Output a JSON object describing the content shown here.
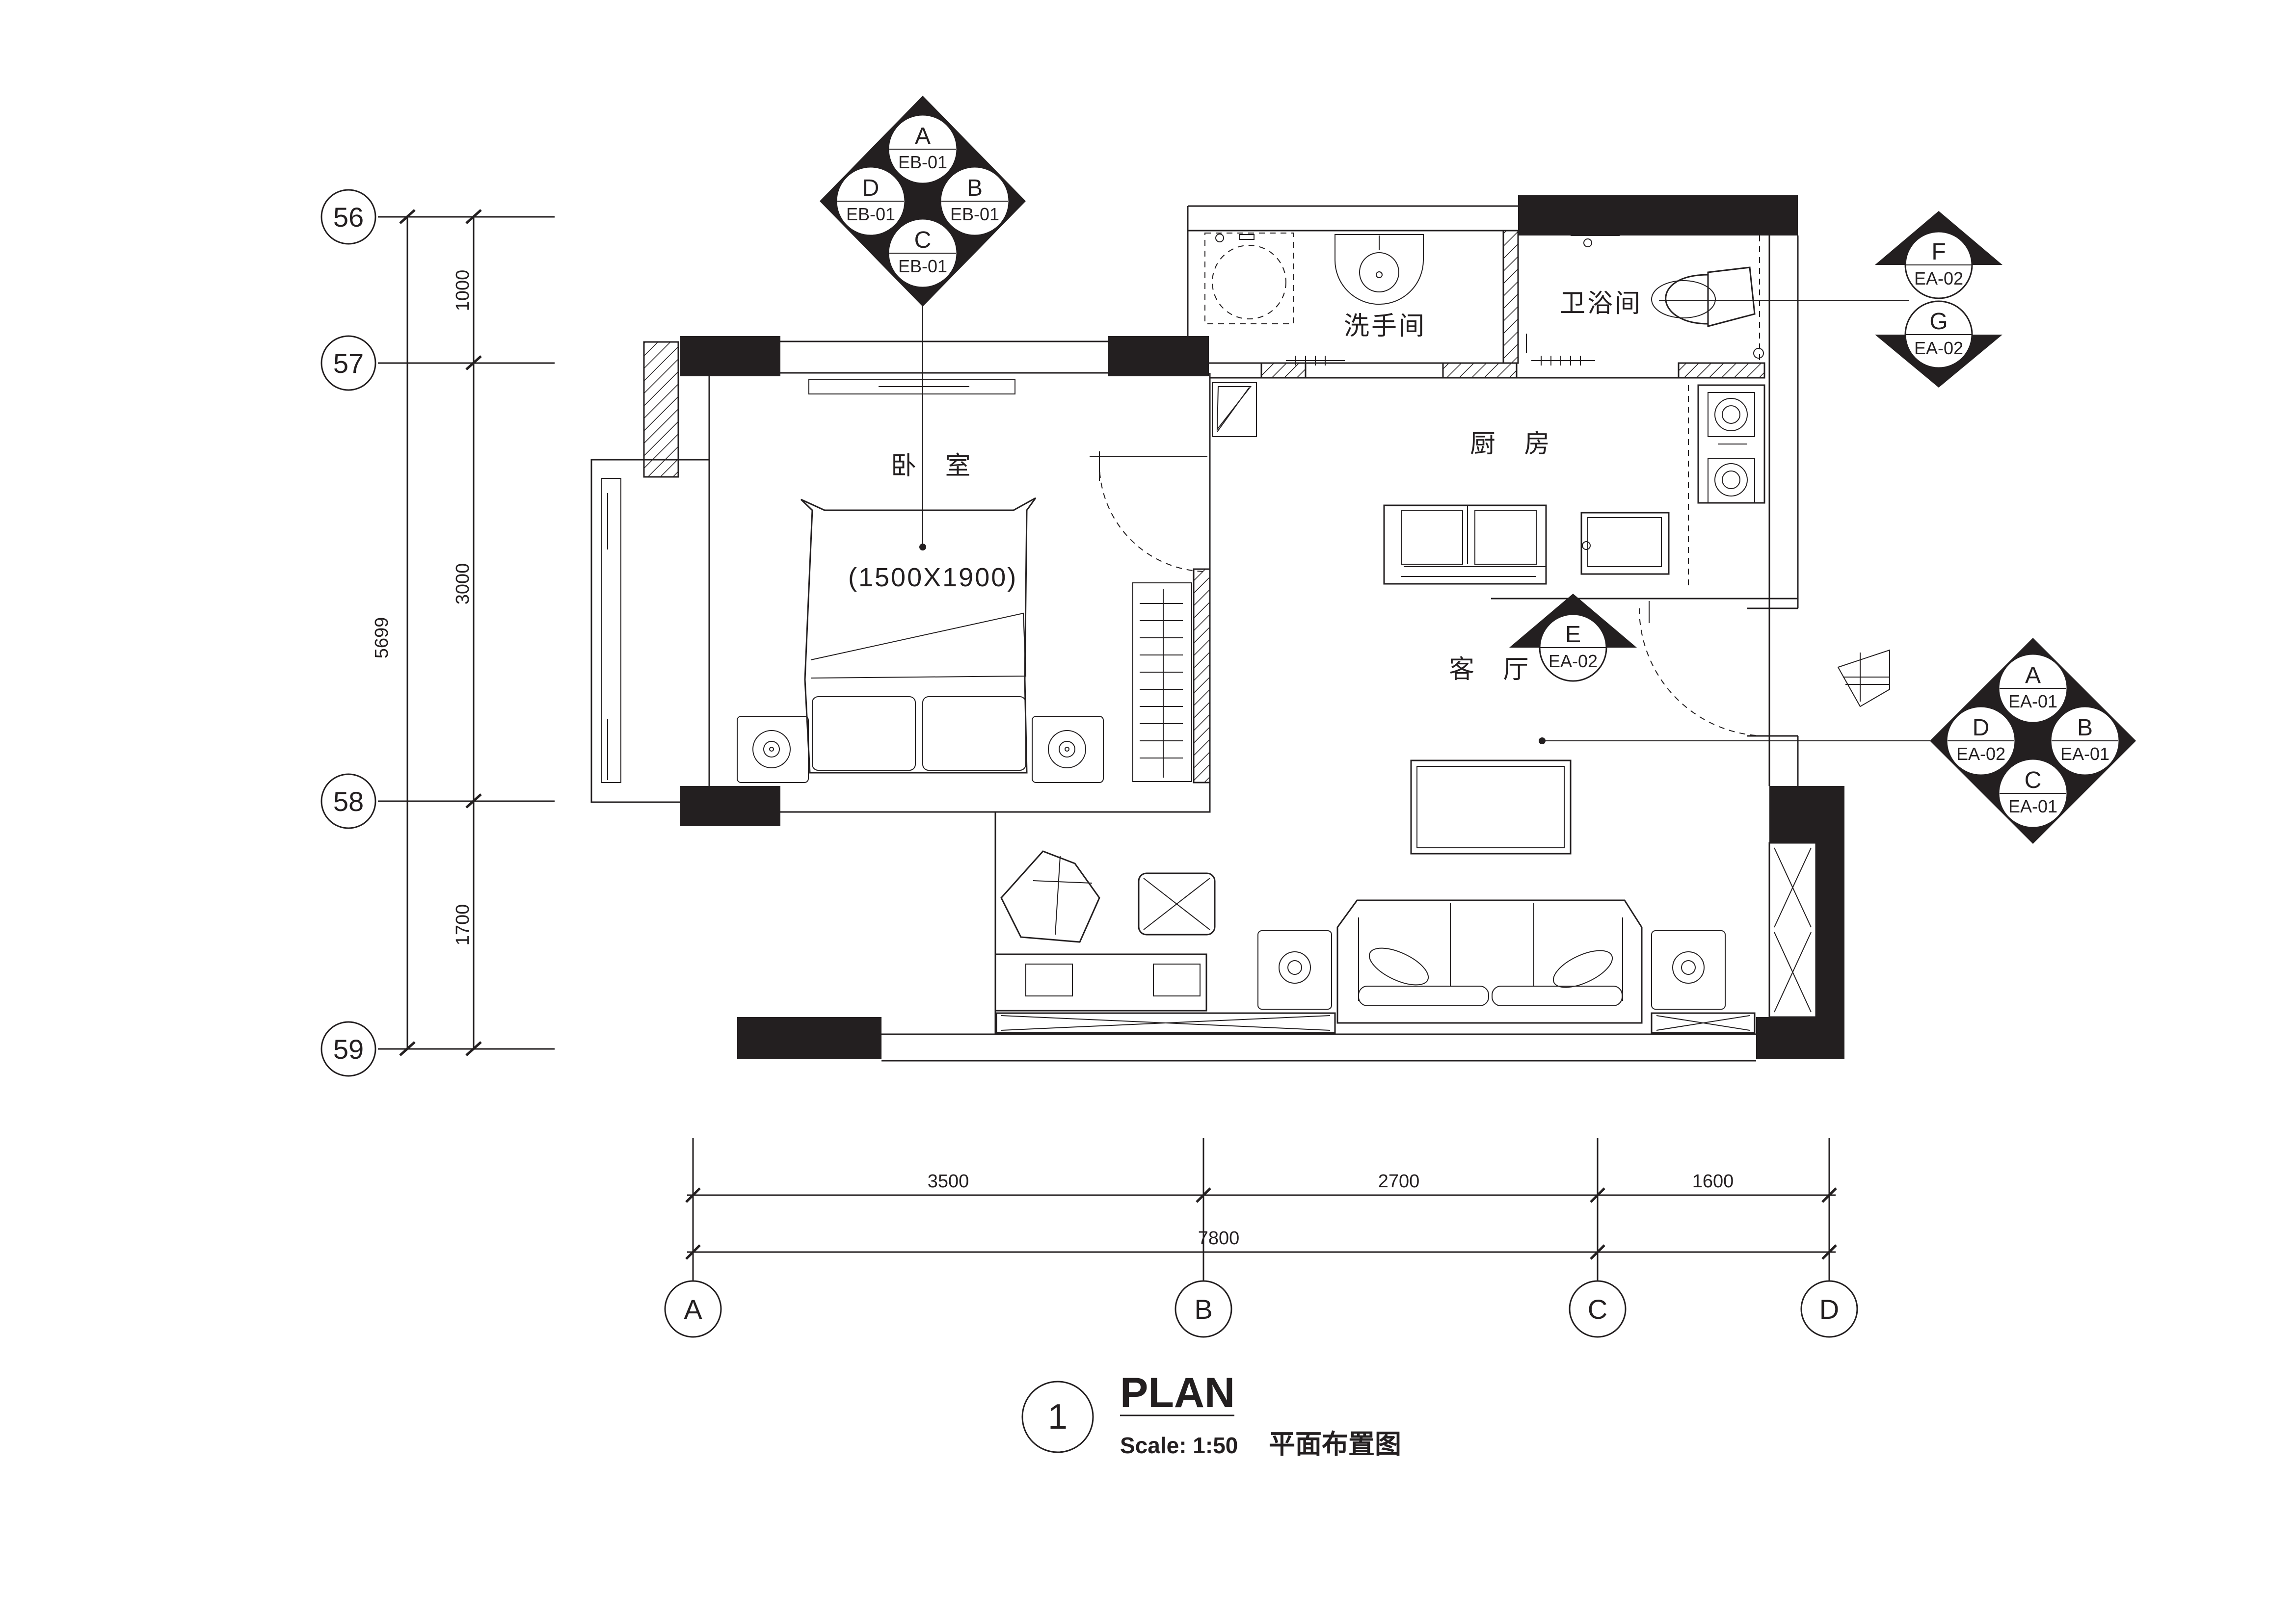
{
  "rooms": {
    "bedroom": "卧 室",
    "wash": "洗手间",
    "bath": "卫浴间",
    "kitchen": "厨 房",
    "living": "客 厅",
    "bed_size": "(1500X1900)"
  },
  "grid_rows": [
    "56",
    "57",
    "58",
    "59"
  ],
  "grid_cols": [
    "A",
    "B",
    "C",
    "D"
  ],
  "dims_vertical": {
    "total": "5699",
    "seg1": "1000",
    "seg2": "3000",
    "seg3": "1700"
  },
  "dims_horizontal": {
    "seg1": "3500",
    "seg2": "2700",
    "seg3": "1600",
    "total": "7800"
  },
  "elev_bedroom": {
    "a_letter": "A",
    "a_ref": "EB-01",
    "b_letter": "B",
    "b_ref": "EB-01",
    "c_letter": "C",
    "c_ref": "EB-01",
    "d_letter": "D",
    "d_ref": "EB-01"
  },
  "elev_living": {
    "a_letter": "A",
    "a_ref": "EA-01",
    "b_letter": "B",
    "b_ref": "EA-01",
    "c_letter": "C",
    "c_ref": "EA-01",
    "d_letter": "D",
    "d_ref": "EA-02"
  },
  "elev_e": {
    "letter": "E",
    "ref": "EA-02"
  },
  "elev_f": {
    "letter": "F",
    "ref": "EA-02"
  },
  "elev_g": {
    "letter": "G",
    "ref": "EA-02"
  },
  "title": {
    "number": "1",
    "name": "PLAN",
    "scale": "Scale: 1:50",
    "subtitle": "平面布置图"
  }
}
